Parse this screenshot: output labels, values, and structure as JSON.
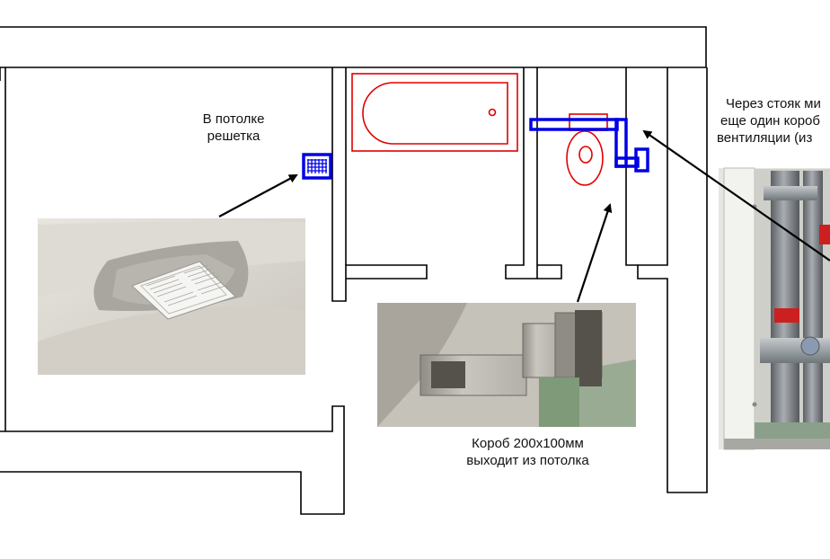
{
  "callouts": {
    "ceiling_grille": [
      "В потолке",
      "решетка"
    ],
    "duct_box": [
      "Короб 200х100мм",
      "выходит из потолка"
    ],
    "riser": [
      "Через стояк ми",
      "еще один короб",
      "вентиляции (из"
    ]
  },
  "colors": {
    "walls": "#000000",
    "fixtures": "#e00000",
    "ventilation": "#0000e6"
  },
  "photos": {
    "ceiling": "ceiling-grille-photo",
    "duct": "duct-box-photo",
    "riser": "riser-cabinet-photo"
  }
}
